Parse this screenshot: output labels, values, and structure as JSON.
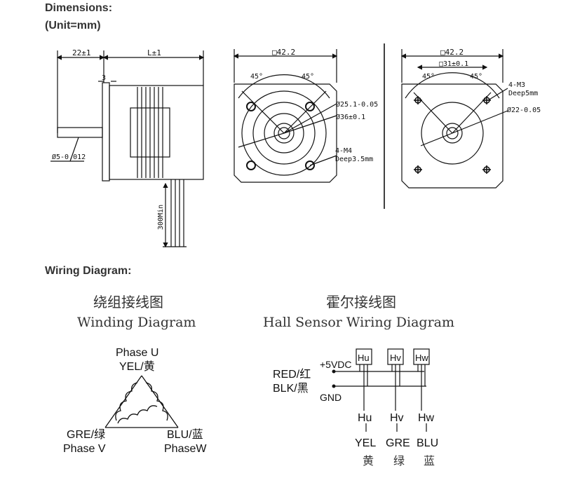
{
  "headings": {
    "dimensions_line1": "Dimensions:",
    "dimensions_line2": "(Unit=mm)",
    "wiring": "Wiring Diagram:"
  },
  "side_view": {
    "dim_shaft": "22±1",
    "dim_body": "L±1",
    "dim_flange": "3",
    "dim_shaft_dia": "Ø5-0.012",
    "dim_lead": "300Min"
  },
  "front_view": {
    "square": "□42.2",
    "angle_left": "45°",
    "angle_right": "45°",
    "dia_boss": "Ø25.1-0.05",
    "dia_pcd": "Ø36±0.1",
    "holes": "4-M4",
    "holes_depth": "Deep3.5mm"
  },
  "back_view": {
    "square": "□42.2",
    "spacing": "□31±0.1",
    "angle_left": "45°",
    "angle_right": "45°",
    "holes": "4-M3",
    "holes_depth": "Deep5mm",
    "dia": "Ø22-0.05"
  },
  "winding": {
    "title_cn": "绕组接线图",
    "title_en": "Winding Diagram",
    "phase_u": "Phase U",
    "u_wire": "YEL/黄",
    "v_wire": "GRE/绿",
    "phase_v": "Phase V",
    "w_wire": "BLU/蓝",
    "phase_w": "PhaseW"
  },
  "hall": {
    "title_cn": "霍尔接线图",
    "title_en": "Hall Sensor Wiring Diagram",
    "vdc": "+5VDC",
    "red": "RED/红",
    "blk": "BLK/黑",
    "gnd": "GND",
    "sensor_hu": "Hu",
    "sensor_hv": "Hv",
    "sensor_hw": "Hw",
    "out_hu": "Hu",
    "out_hv": "Hv",
    "out_hw": "Hw",
    "wire_yel": "YEL",
    "wire_gre": "GRE",
    "wire_blu": "BLU",
    "cn_yel": "黄",
    "cn_gre": "绿",
    "cn_blu": "蓝"
  }
}
